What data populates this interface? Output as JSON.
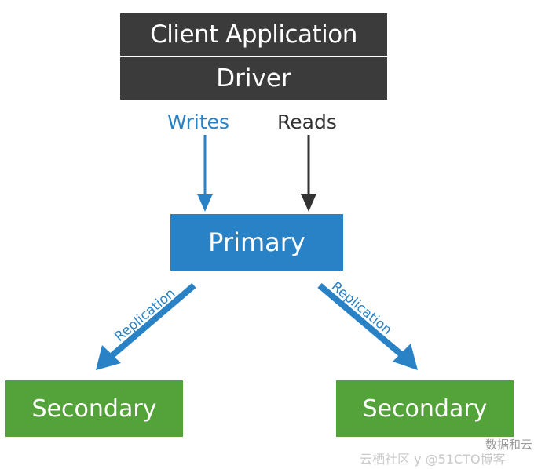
{
  "diagram": {
    "client_application": "Client Application",
    "driver": "Driver",
    "writes": "Writes",
    "reads": "Reads",
    "primary": "Primary",
    "replication_left": "Replication",
    "replication_right": "Replication",
    "secondary_left": "Secondary",
    "secondary_right": "Secondary"
  },
  "watermark": {
    "top": "数据和云",
    "bottom": "云栖社区 y @51CTO博客"
  },
  "colors": {
    "driver_box": "#3b3b3b",
    "primary": "#2a82c6",
    "secondary": "#53a23a",
    "reads_arrow": "#333333"
  }
}
